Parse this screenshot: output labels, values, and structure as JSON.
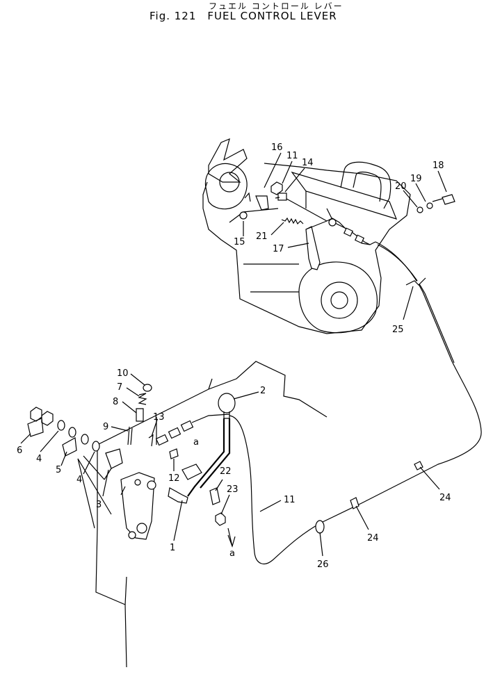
{
  "title": {
    "japanese": "フュエル コントロール レバー",
    "figure": "Fig. 121",
    "english": "FUEL CONTROL LEVER"
  },
  "callouts": {
    "c1": "1",
    "c2": "2",
    "c3": "3",
    "c4a": "4",
    "c4b": "4",
    "c5": "5",
    "c6": "6",
    "c7": "7",
    "c8": "8",
    "c9": "9",
    "c10": "10",
    "c11a": "11",
    "c11b": "11",
    "c12": "12",
    "c13": "13",
    "c14": "14",
    "c15": "15",
    "c16": "16",
    "c17": "17",
    "c18": "18",
    "c19": "19",
    "c20": "20",
    "c21": "21",
    "c22": "22",
    "c23": "23",
    "c24a": "24",
    "c24b": "24",
    "c25": "25",
    "c26": "26",
    "refa1": "a",
    "refa2": "a"
  }
}
